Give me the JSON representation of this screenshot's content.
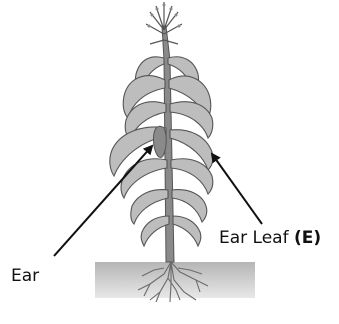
{
  "labels": {
    "ear": "Ear",
    "ear_leaf": "Ear Leaf",
    "ear_leaf_open": "(",
    "ear_leaf_code": "E",
    "ear_leaf_close": ")"
  },
  "colors": {
    "plant_dark": "#555555",
    "plant_mid": "#8a8a8a",
    "plant_light": "#bdbdbd",
    "soil": "#c9c9c9",
    "roots": "#6b6b6b",
    "arrow": "#111111",
    "text": "#111111"
  }
}
